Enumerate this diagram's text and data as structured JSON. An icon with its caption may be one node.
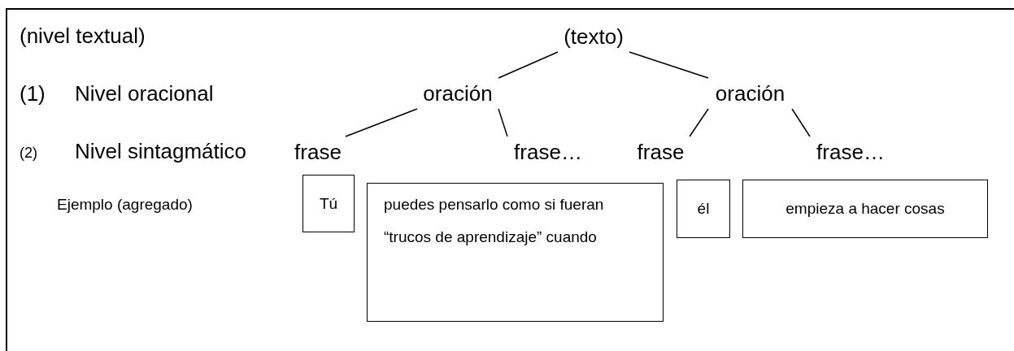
{
  "diagram": {
    "nodes": [
      {
        "text": [
          "(texto)"
        ]
      },
      {
        "text": [
          "oración"
        ]
      },
      {
        "text": [
          "oración"
        ]
      },
      {
        "text": [
          "frase"
        ]
      },
      {
        "text": [
          "frase…"
        ]
      },
      {
        "text": [
          "frase"
        ]
      },
      {
        "text": [
          "frase…"
        ]
      },
      {
        "text": [
          "Tú"
        ]
      },
      {
        "text": [
          "puedes pensarlo como si fueran “trucos de aprendizaje” cuando"
        ]
      },
      {
        "text": [
          "él"
        ]
      },
      {
        "text": [
          "empieza a hacer cosas"
        ]
      }
    ],
    "edges": [
      {
        "from": 0,
        "to": 1,
        "arrow": "none"
      },
      {
        "from": 0,
        "to": 2,
        "arrow": "none"
      },
      {
        "from": 1,
        "to": 3,
        "arrow": "none"
      },
      {
        "from": 1,
        "to": 4,
        "arrow": "none"
      },
      {
        "from": 2,
        "to": 5,
        "arrow": "none"
      },
      {
        "from": 2,
        "to": 6,
        "arrow": "none"
      }
    ],
    "labels": [
      "(nivel textual)",
      "(1)",
      "Nivel oracional",
      "(2)",
      "Nivel sintagmático",
      "Ejemplo (agregado)"
    ]
  }
}
